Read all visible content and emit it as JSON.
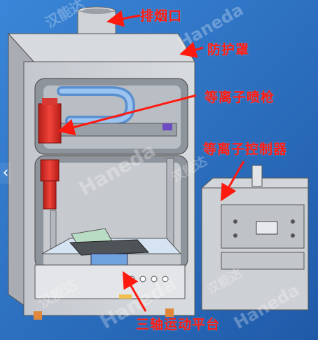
{
  "labels": {
    "exhaust_port": "排烟口",
    "protective_cover": "防护罩",
    "plasma_nozzle": "等离子喷枪",
    "plasma_controller": "等离子控制器",
    "three_axis_platform": "三轴运动平台"
  },
  "watermark": {
    "brand_latin": "Haneda",
    "brand_cn": "汉能达"
  },
  "colors": {
    "background": "#2a6fc4",
    "cabinet": "#cfd2d7",
    "cabinet_shadow": "#a9adb3",
    "nozzle_red": "#e8332c",
    "gantry_blue": "#7fb2e8",
    "callout_red": "#ff1a10"
  },
  "slider": {
    "prev_icon": "‹"
  }
}
